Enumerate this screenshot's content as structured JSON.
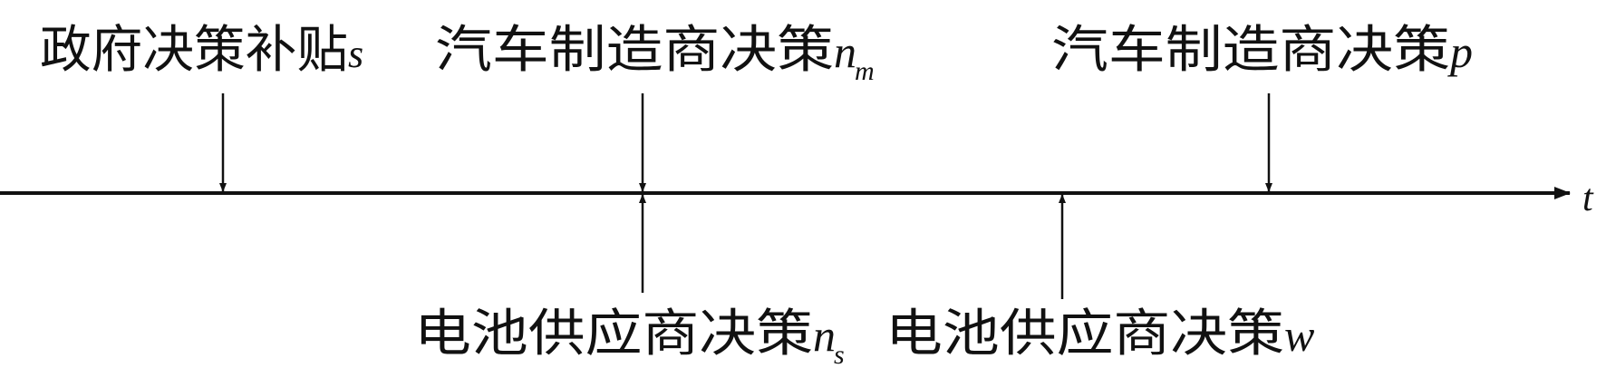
{
  "axis": {
    "label": "t"
  },
  "events_above": [
    {
      "label": "政府决策补贴",
      "var": "s",
      "sub": ""
    },
    {
      "label": "汽车制造商决策",
      "var": "n",
      "sub": "m"
    },
    {
      "label": "汽车制造商决策",
      "var": "p",
      "sub": ""
    }
  ],
  "events_below": [
    {
      "label": "电池供应商决策",
      "var": "n",
      "sub": "s"
    },
    {
      "label": "电池供应商决策",
      "var": "w",
      "sub": ""
    }
  ]
}
